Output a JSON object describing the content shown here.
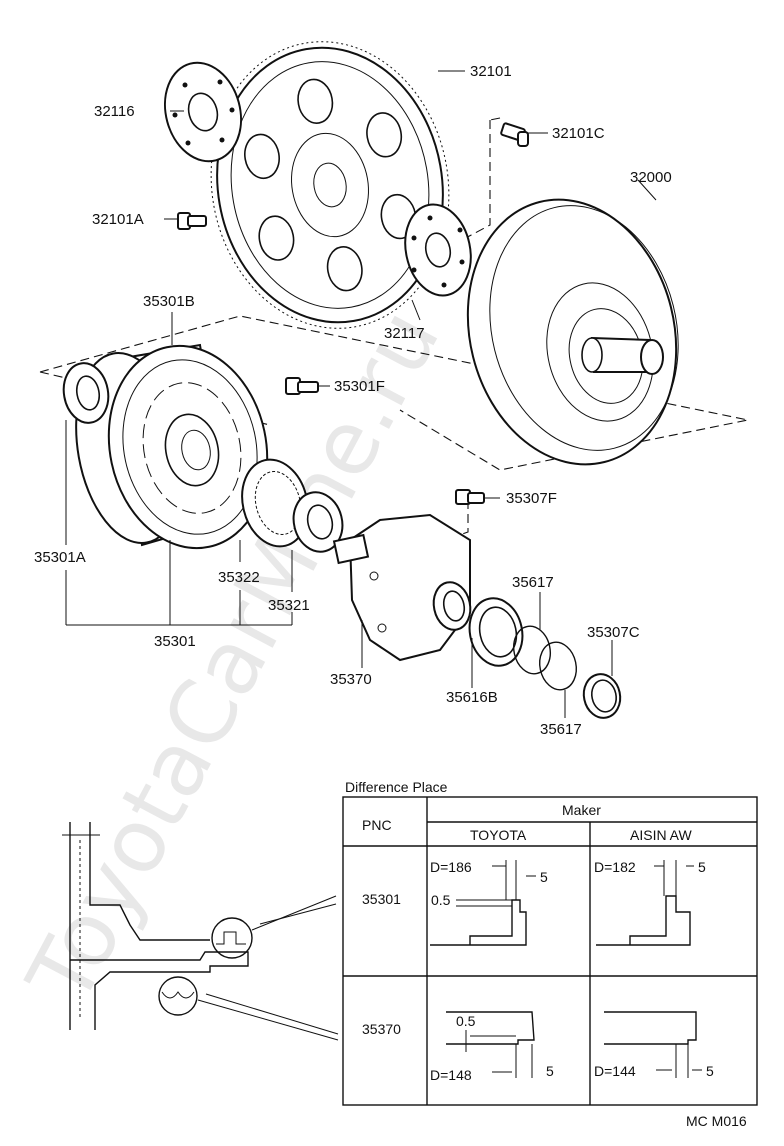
{
  "parts": [
    {
      "id": "p32101",
      "number": "32101"
    },
    {
      "id": "p32116",
      "number": "32116"
    },
    {
      "id": "p32101C",
      "number": "32101C"
    },
    {
      "id": "p32000",
      "number": "32000"
    },
    {
      "id": "p32101A",
      "number": "32101A"
    },
    {
      "id": "p35301B",
      "number": "35301B"
    },
    {
      "id": "p32117",
      "number": "32117"
    },
    {
      "id": "p35301F",
      "number": "35301F"
    },
    {
      "id": "p35307F",
      "number": "35307F"
    },
    {
      "id": "p35301A",
      "number": "35301A"
    },
    {
      "id": "p35322",
      "number": "35322"
    },
    {
      "id": "p35321",
      "number": "35321"
    },
    {
      "id": "p35617a",
      "number": "35617"
    },
    {
      "id": "p35307C",
      "number": "35307C"
    },
    {
      "id": "p35301",
      "number": "35301"
    },
    {
      "id": "p35370",
      "number": "35370"
    },
    {
      "id": "p35616B",
      "number": "35616B"
    },
    {
      "id": "p35617b",
      "number": "35617"
    }
  ],
  "difference_table": {
    "title": "Difference Place",
    "pnc_header": "PNC",
    "maker_header": "Maker",
    "makers": [
      "TOYOTA",
      "AISIN AW"
    ],
    "rows": [
      {
        "pnc": "35301",
        "toyota": {
          "d": "D=186",
          "a": "0.5",
          "b": "5"
        },
        "aisin": {
          "d": "D=182",
          "b": "5"
        }
      },
      {
        "pnc": "35370",
        "toyota": {
          "d": "D=148",
          "a": "0.5",
          "b": "5"
        },
        "aisin": {
          "d": "D=144",
          "b": "5"
        }
      }
    ]
  },
  "figure_code": "MC M016",
  "watermark": "ToyotaCarMine.ru"
}
